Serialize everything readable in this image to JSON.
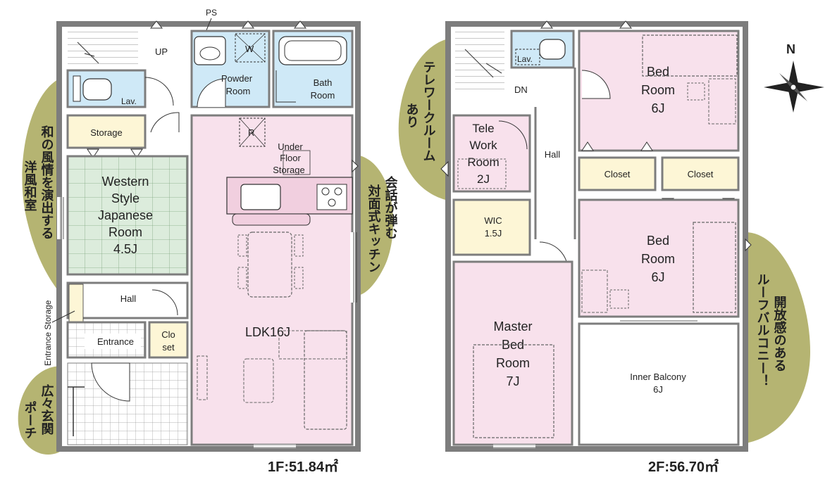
{
  "floor1": {
    "area_label": "1F:51.84㎡",
    "rooms": {
      "up": "UP",
      "ps": "PS",
      "w": "W",
      "powder_room": [
        "Powder",
        "Room"
      ],
      "bath_room": [
        "Bath",
        "Room"
      ],
      "lav": "Lav.",
      "storage": "Storage",
      "r": "R",
      "under_floor_storage": [
        "Under",
        "Floor",
        "Storage"
      ],
      "western_japanese_room": [
        "Western",
        "Style",
        "Japanese",
        "Room",
        "4.5J"
      ],
      "hall": "Hall",
      "entrance_storage": "Entrance Storage",
      "entrance": "Entrance",
      "closet": [
        "Clo",
        "set"
      ],
      "ldk": "LDK16J"
    },
    "notes": {
      "washitsu": [
        "和の風情を演出する",
        "洋風和室"
      ],
      "kitchen": [
        "対面式キッチン",
        "会話が弾む"
      ],
      "porch": [
        "広々玄関",
        "ポーチ"
      ]
    }
  },
  "floor2": {
    "area_label": "2F:56.70㎡",
    "rooms": {
      "lav": "Lav.",
      "dn": "DN",
      "bed_room_1": [
        "Bed",
        "Room",
        "6J"
      ],
      "telework_room": [
        "Tele",
        "Work",
        "Room",
        "2J"
      ],
      "hall": "Hall",
      "closet_1": "Closet",
      "closet_2": "Closet",
      "wic": [
        "WIC",
        "1.5J"
      ],
      "bed_room_2": [
        "Bed",
        "Room",
        "6J"
      ],
      "master_bed_room": [
        "Master",
        "Bed",
        "Room",
        "7J"
      ],
      "inner_balcony": [
        "Inner Balcony",
        "6J"
      ]
    },
    "notes": {
      "telework": [
        "テレワークルーム",
        "あり"
      ],
      "balcony": [
        "開放感のある",
        "ルーフバルコニー！"
      ]
    }
  },
  "compass": {
    "label": "N"
  },
  "colors": {
    "wall": "#7d7d7d",
    "pink": "#f8e1ec",
    "green": "#dcecdc",
    "blue": "#cfe9f7",
    "yellow": "#fdf6d6",
    "olive": "#b5b472"
  }
}
